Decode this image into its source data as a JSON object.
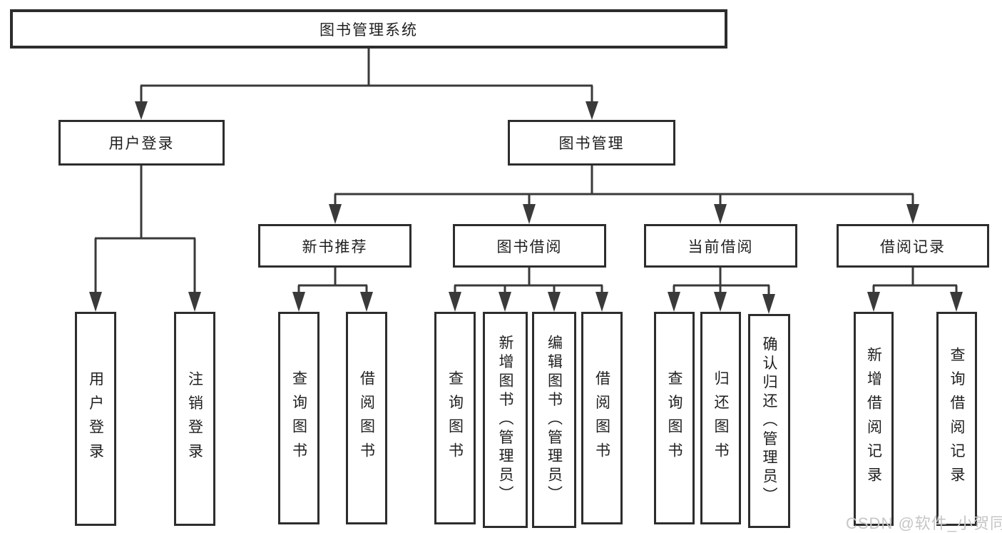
{
  "diagram": {
    "root": {
      "label": "图书管理系统"
    },
    "branches": [
      {
        "label": "用户登录",
        "children": [
          {
            "label": "用户登录"
          },
          {
            "label": "注销登录"
          }
        ]
      },
      {
        "label": "图书管理",
        "children": [
          {
            "label": "新书推荐",
            "children": [
              {
                "label": "查询图书"
              },
              {
                "label": "借阅图书"
              }
            ]
          },
          {
            "label": "图书借阅",
            "children": [
              {
                "label": "查询图书"
              },
              {
                "label": "新增图书（管理员）"
              },
              {
                "label": "编辑图书（管理员）"
              },
              {
                "label": "借阅图书"
              }
            ]
          },
          {
            "label": "当前借阅",
            "children": [
              {
                "label": "查询图书"
              },
              {
                "label": "归还图书"
              },
              {
                "label": "确认归还（管理员）"
              }
            ]
          },
          {
            "label": "借阅记录",
            "children": [
              {
                "label": "新增借阅记录"
              },
              {
                "label": "查询借阅记录"
              }
            ]
          }
        ]
      }
    ]
  },
  "watermark": {
    "text": "CSDN @软件_小贺同学"
  },
  "colors": {
    "background": "#ffffff",
    "line": "#3a3a3a",
    "box_border": "#2d2d2d",
    "text": "#1f1f1f",
    "watermark": "#c6c6c6"
  }
}
